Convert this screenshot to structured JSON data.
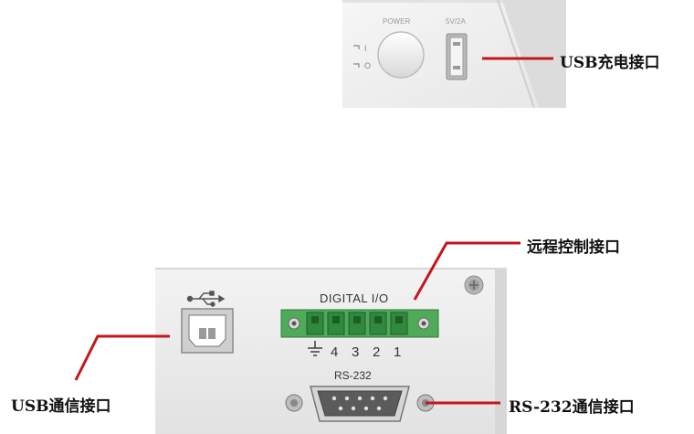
{
  "top_panel": {
    "power_label": "POWER",
    "usb_rating_label": "5V/2A",
    "power_symbol_on": "I",
    "power_symbol_off": "O"
  },
  "bottom_panel": {
    "digital_io_label": "DIGITAL I/O",
    "pin_labels": [
      "4",
      "3",
      "2",
      "1"
    ],
    "rs232_label": "RS-232"
  },
  "callouts": {
    "usb_charge": "USB充电接口",
    "remote_control": "远程控制接口",
    "usb_comm": "USB通信接口",
    "rs232_comm": "RS-232通信接口"
  },
  "colors": {
    "leader_line": "#c4161c",
    "terminal_green": "#3aa04a",
    "panel_bg": "#eeeeee"
  }
}
